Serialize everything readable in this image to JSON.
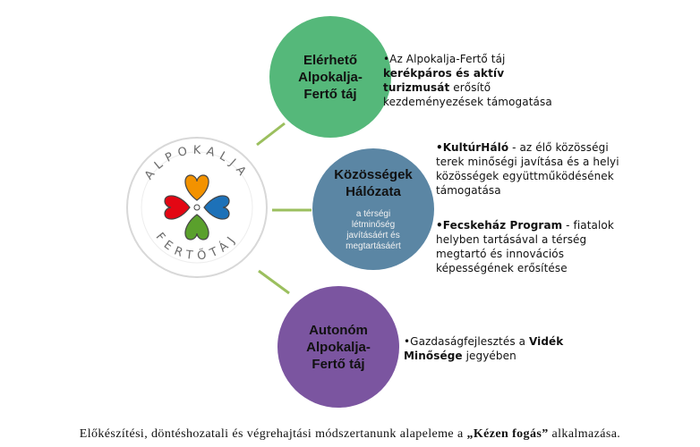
{
  "logo": {
    "top_text": "ALPOKALJA",
    "bottom_text": "FERTŐTÁJ",
    "colors": {
      "orange": "#f39200",
      "red": "#e30613",
      "blue": "#1d71b8",
      "green": "#5aa02c"
    }
  },
  "nodes": [
    {
      "id": "elerheto",
      "title": "Elérhető\nAlpokalja-\nFertő táj",
      "color": "#55b87a"
    },
    {
      "id": "kozossegek",
      "title": "Közösségek\nHálózata",
      "subtitle": "a térségi\nlétminőség\njavításáért és\nmegtartásáért",
      "color": "#5b86a4"
    },
    {
      "id": "autonom",
      "title": "Autonóm\nAlpokalja-\nFertő táj",
      "color": "#7b55a0"
    }
  ],
  "bullets": {
    "b1": {
      "prefix": "•Az Alpokalja-Fertő táj ",
      "bold1": "kerékpáros és aktív turizmusát",
      "suffix": " erősítő kezdeményezések támogatása"
    },
    "b2": {
      "bold1": "•KultúrHáló",
      "suffix": " - az élő közösségi terek minőségi javítása és a helyi közösségek együttműködésének támogatása"
    },
    "b3": {
      "bold1": "•Fecskeház Program",
      "suffix": " - fiatalok helyben tartásával a térség megtartó és innovációs képességének erősítése"
    },
    "b4": {
      "prefix": "•Gazdaságfejlesztés a ",
      "bold1": "Vidék Minősége",
      "suffix": " jegyében"
    }
  },
  "caption": {
    "prefix": "Előkészítési, döntéshozatali és végrehajtási módszertanunk alapeleme a ",
    "bold": "„Kézen fogás”",
    "suffix": " alkalmazása."
  },
  "colors": {
    "connector": "#9bbf5e",
    "logo_ring": "#d8d8d8"
  }
}
